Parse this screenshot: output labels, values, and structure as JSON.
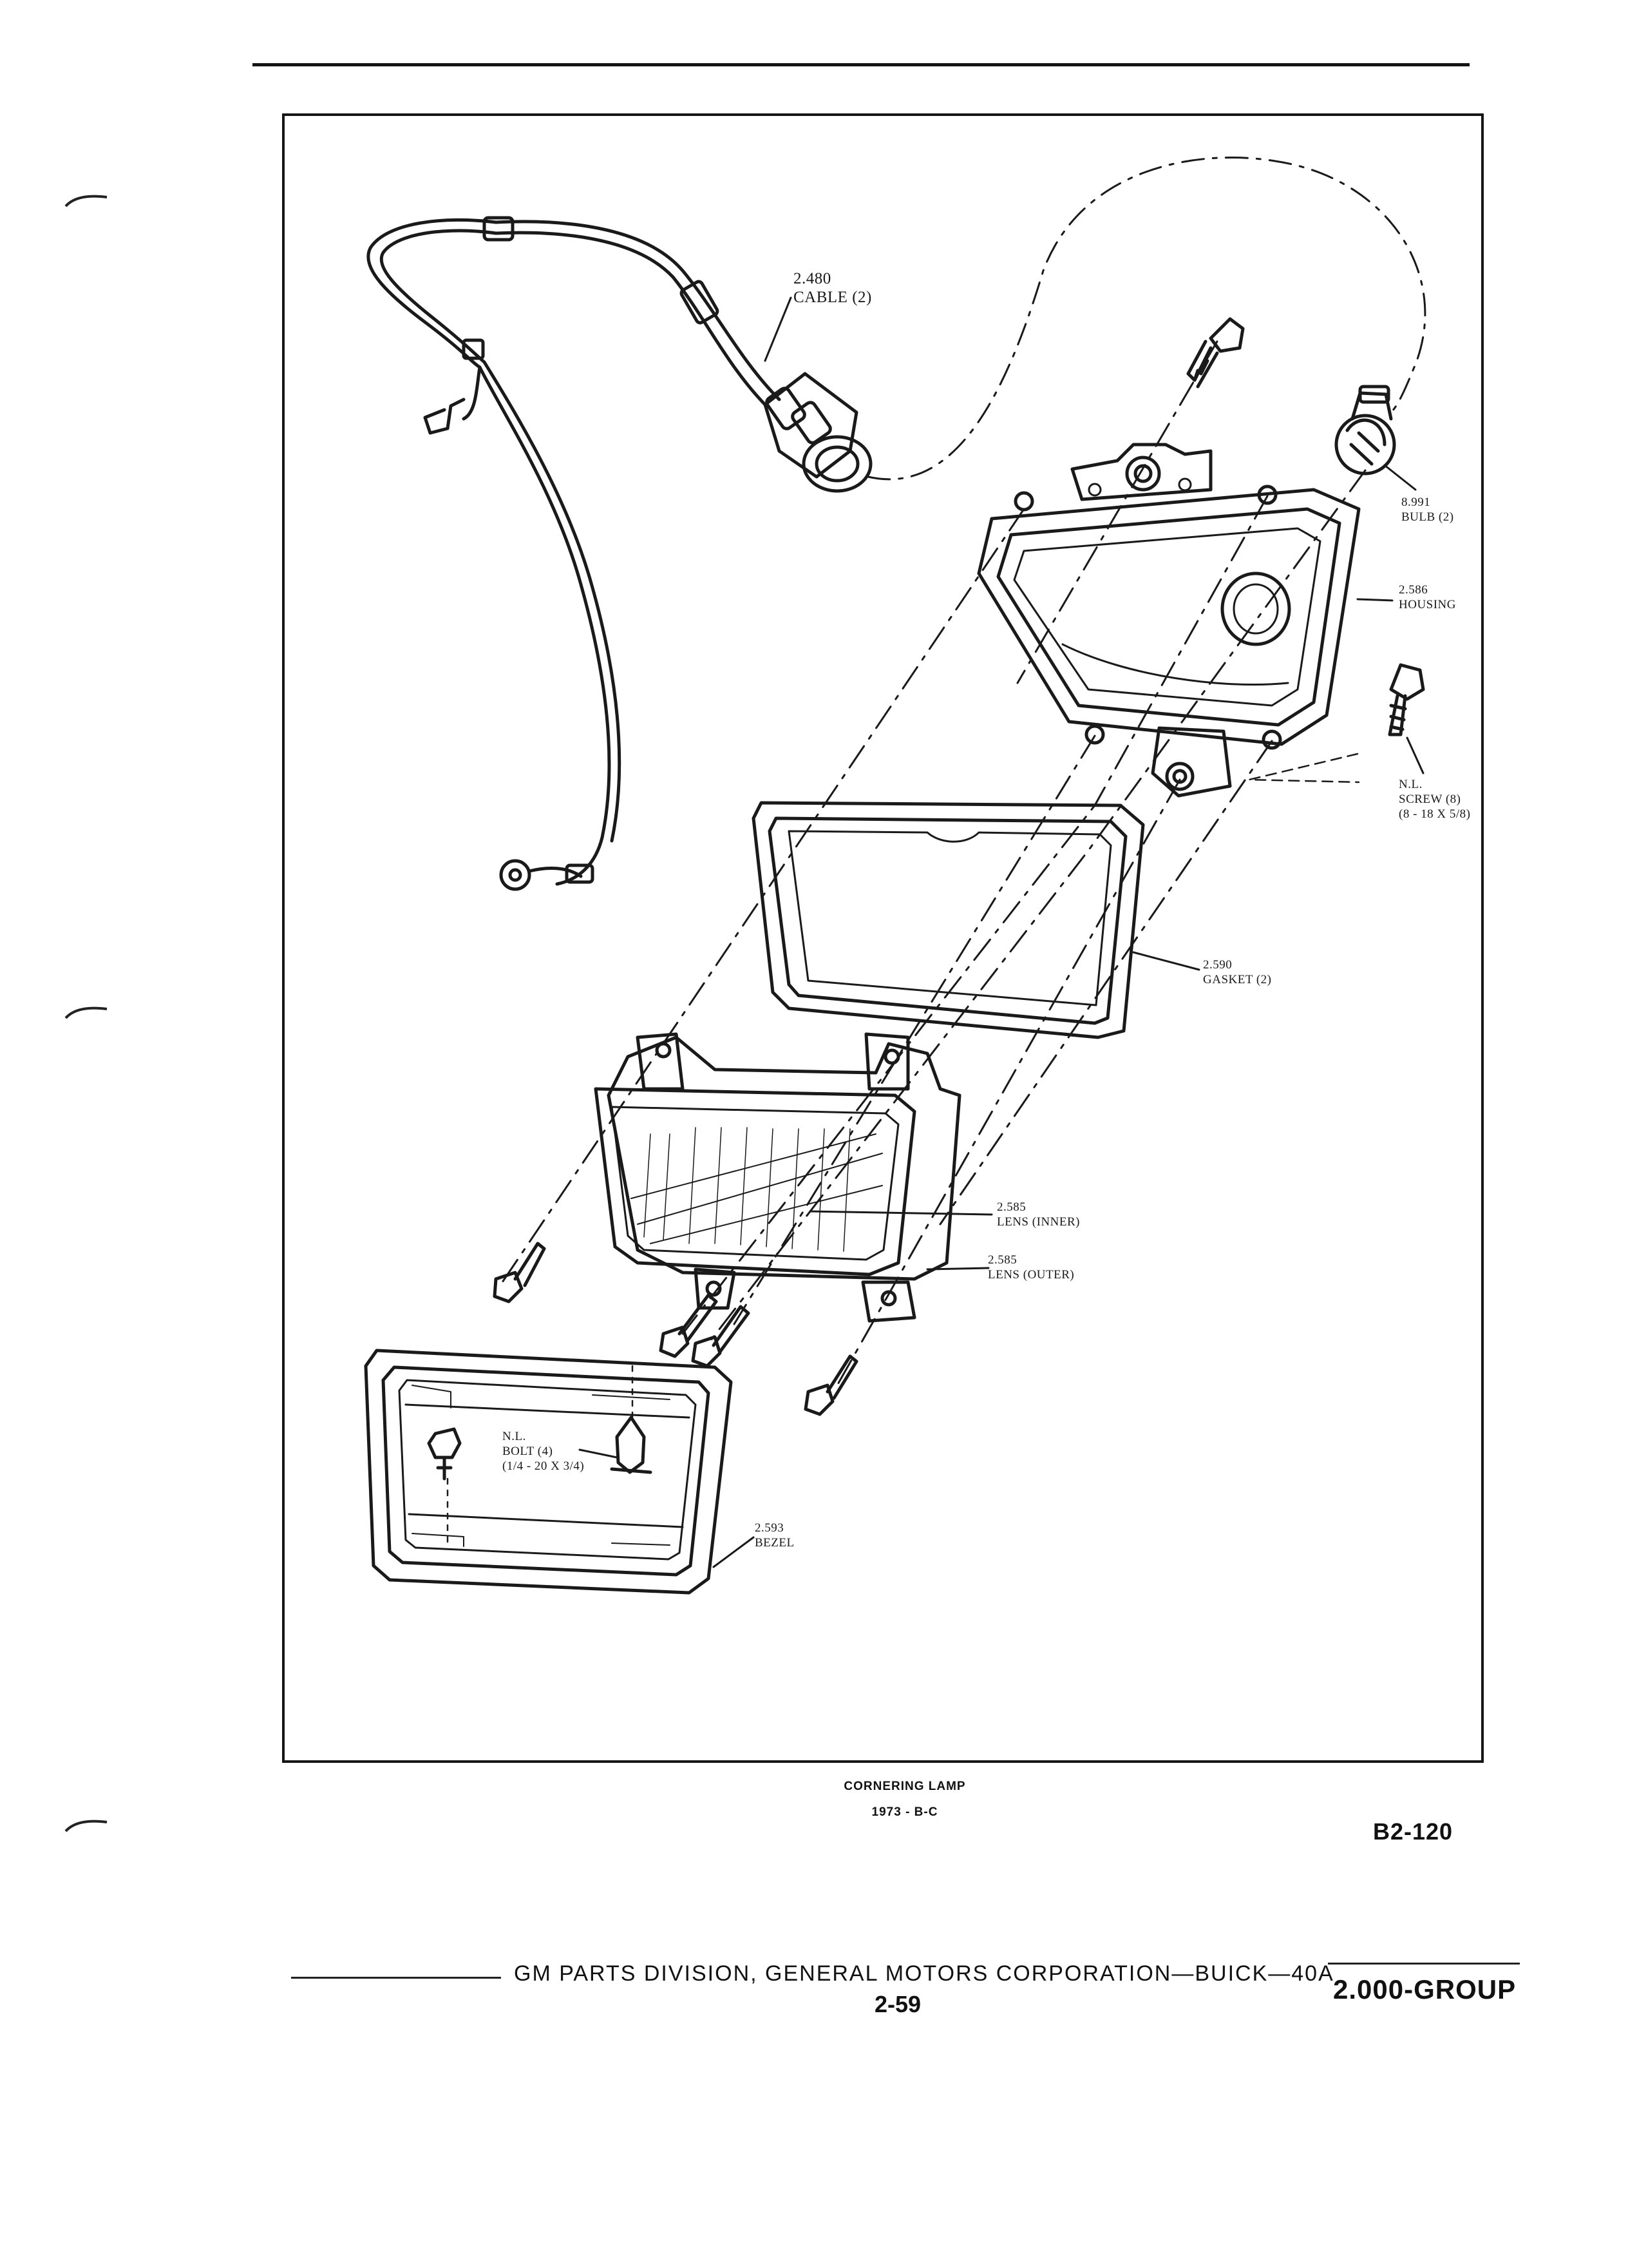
{
  "labels": {
    "cable": "2.480\nCABLE (2)",
    "bulb": "8.991\nBULB (2)",
    "housing": "2.586\nHOUSING",
    "screw": "N.L.\nSCREW (8)\n(8 - 18 x 5/8)",
    "gasket": "2.590\nGASKET (2)",
    "lens_inner": "2.585\nLENS (INNER)",
    "lens_outer": "2.585\nLENS (OUTER)",
    "bolt": "N.L.\nBOLT (4)\n(1/4 - 20 x 3/4)",
    "bezel": "2.593\nBEZEL"
  },
  "caption": {
    "title": "CORNERING LAMP",
    "subtitle": "1973 - B-C"
  },
  "figure_code": "B2-120",
  "footer": {
    "division": "GM PARTS DIVISION, GENERAL MOTORS CORPORATION—BUICK—40A",
    "page": "2-59",
    "group": "2.000-GROUP"
  }
}
